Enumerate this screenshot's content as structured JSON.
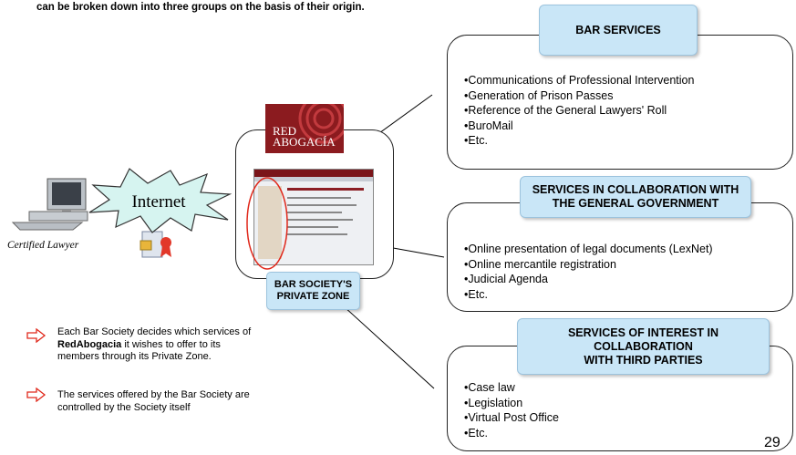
{
  "intro_text": "can be broken down into three groups on the basis of their origin.",
  "internet_label": "Internet",
  "lawyer_caption": "Certified Lawyer",
  "brand": {
    "line1": "RED",
    "line2": "ABOGACÍA"
  },
  "private_zone": {
    "line1": "BAR SOCIETY'S",
    "line2": "PRIVATE ZONE"
  },
  "groups": [
    {
      "header": [
        "BAR SERVICES"
      ],
      "items": [
        "Communications of Professional Intervention",
        "Generation of Prison Passes",
        "Reference of the General Lawyers' Roll",
        "BuroMail",
        "Etc."
      ]
    },
    {
      "header": [
        "SERVICES IN COLLABORATION WITH",
        "THE GENERAL GOVERNMENT"
      ],
      "items": [
        "Online presentation of legal documents (LexNet)",
        "Online mercantile registration",
        "Judicial Agenda",
        "Etc."
      ]
    },
    {
      "header": [
        "SERVICES OF INTEREST IN COLLABORATION",
        "WITH THIRD PARTIES"
      ],
      "items": [
        "Case law",
        "Legislation",
        "Virtual Post Office",
        "Etc."
      ]
    }
  ],
  "notes": {
    "note1_prefix": "Each Bar Society decides which services of",
    "note1_bold": "RedAbogacia",
    "note1_suffix_a": " it wishes to offer to its",
    "note1_suffix_b": "members through its Private Zone.",
    "note2_line1": "The services offered by the Bar Society are",
    "note2_line2": "controlled by the Society itself"
  },
  "page_number": "29",
  "colors": {
    "header_fill": "#c9e6f7",
    "brand_red": "#8b1b1f",
    "arrow_red": "#e0281b",
    "starburst_fill": "#d6f4f0"
  }
}
